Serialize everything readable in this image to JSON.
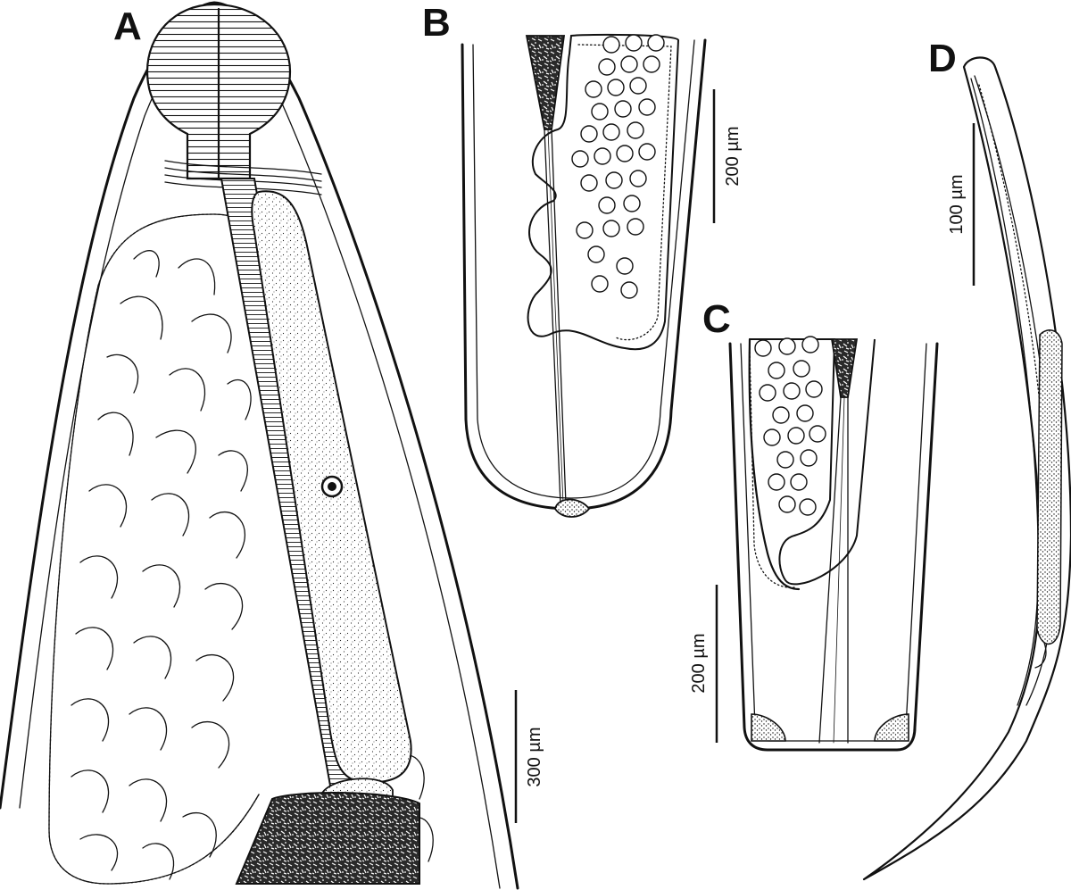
{
  "figure": {
    "panels": [
      {
        "letter": "A",
        "scale_label": "300 µm"
      },
      {
        "letter": "B",
        "scale_label": "200 µm"
      },
      {
        "letter": "C",
        "scale_label": "200 µm"
      },
      {
        "letter": "D",
        "scale_label": "100 µm"
      }
    ]
  }
}
